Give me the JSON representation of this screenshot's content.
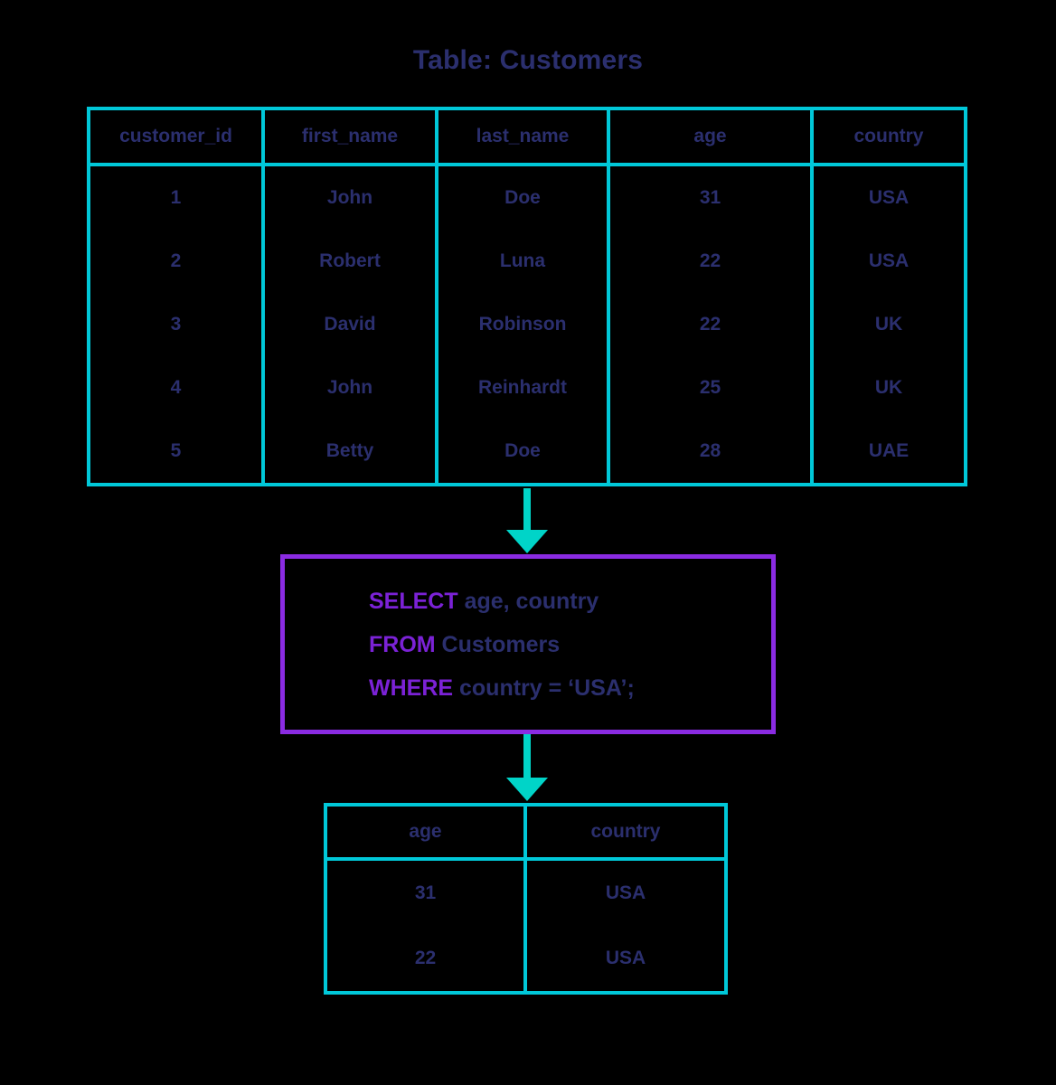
{
  "title": "Table: Customers",
  "colors": {
    "background": "#000000",
    "border_cyan": "#00c8d9",
    "arrow_cyan": "#00d4c8",
    "text_navy": "#2b2f6e",
    "keyword_purple": "#7b22d6",
    "box_border_purple": "#8a2be2"
  },
  "customers_table": {
    "name": "Customers",
    "columns": [
      "customer_id",
      "first_name",
      "last_name",
      "age",
      "country"
    ],
    "rows": [
      {
        "customer_id": "1",
        "first_name": "John",
        "last_name": "Doe",
        "age": "31",
        "country": "USA"
      },
      {
        "customer_id": "2",
        "first_name": "Robert",
        "last_name": "Luna",
        "age": "22",
        "country": "USA"
      },
      {
        "customer_id": "3",
        "first_name": "David",
        "last_name": "Robinson",
        "age": "22",
        "country": "UK"
      },
      {
        "customer_id": "4",
        "first_name": "John",
        "last_name": "Reinhardt",
        "age": "25",
        "country": "UK"
      },
      {
        "customer_id": "5",
        "first_name": "Betty",
        "last_name": "Doe",
        "age": "28",
        "country": "UAE"
      }
    ]
  },
  "query": {
    "line1": {
      "keyword": "SELECT",
      "rest": " age, country"
    },
    "line2": {
      "keyword": "FROM",
      "rest": " Customers"
    },
    "line3": {
      "keyword": "WHERE",
      "rest": " country = ‘USA’;"
    },
    "full_text": "SELECT age, country FROM Customers WHERE country = ‘USA’;"
  },
  "result_table": {
    "columns": [
      "age",
      "country"
    ],
    "rows": [
      {
        "age": "31",
        "country": "USA"
      },
      {
        "age": "22",
        "country": "USA"
      }
    ]
  },
  "arrows": {
    "table_to_query": "down-arrow-icon",
    "query_to_result": "down-arrow-icon"
  }
}
